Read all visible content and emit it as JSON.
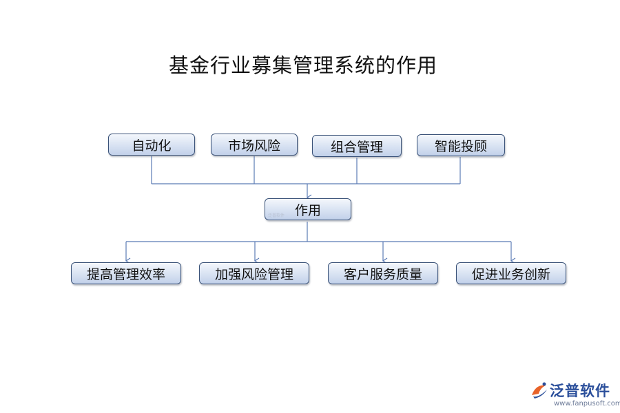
{
  "title": "基金行业募集管理系统的作用",
  "top_nodes": [
    {
      "label": "自动化"
    },
    {
      "label": "市场风险"
    },
    {
      "label": "组合管理"
    },
    {
      "label": "智能投顾"
    }
  ],
  "center_node": {
    "label": "作用",
    "watermark": "泛普软件"
  },
  "bottom_nodes": [
    {
      "label": "提高管理效率"
    },
    {
      "label": "加强风险管理"
    },
    {
      "label": "客户服务质量"
    },
    {
      "label": "促进业务创新"
    }
  ],
  "logo": {
    "name": "泛普软件",
    "url": "www.fanpusoft.com",
    "brand_color": "#2b4f9b",
    "accent_color": "#e8632a"
  },
  "colors": {
    "box_border": "#3a5278",
    "connector": "#5b7bb5"
  }
}
